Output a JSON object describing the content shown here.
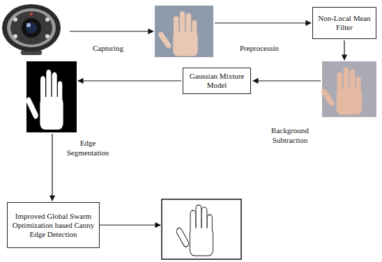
{
  "diagram": {
    "nodes": [
      {
        "text": [
          "Non-Local Mean Filter"
        ]
      },
      {
        "text": [
          "Gaussian Mixture Model"
        ]
      },
      {
        "text": [
          "Improved Global Swarm Optimization based Canny Edge Detection"
        ]
      }
    ],
    "labels": [
      "Capturing",
      "Preprocessin",
      "Background Subtraction",
      "Edge Segmentation"
    ]
  }
}
